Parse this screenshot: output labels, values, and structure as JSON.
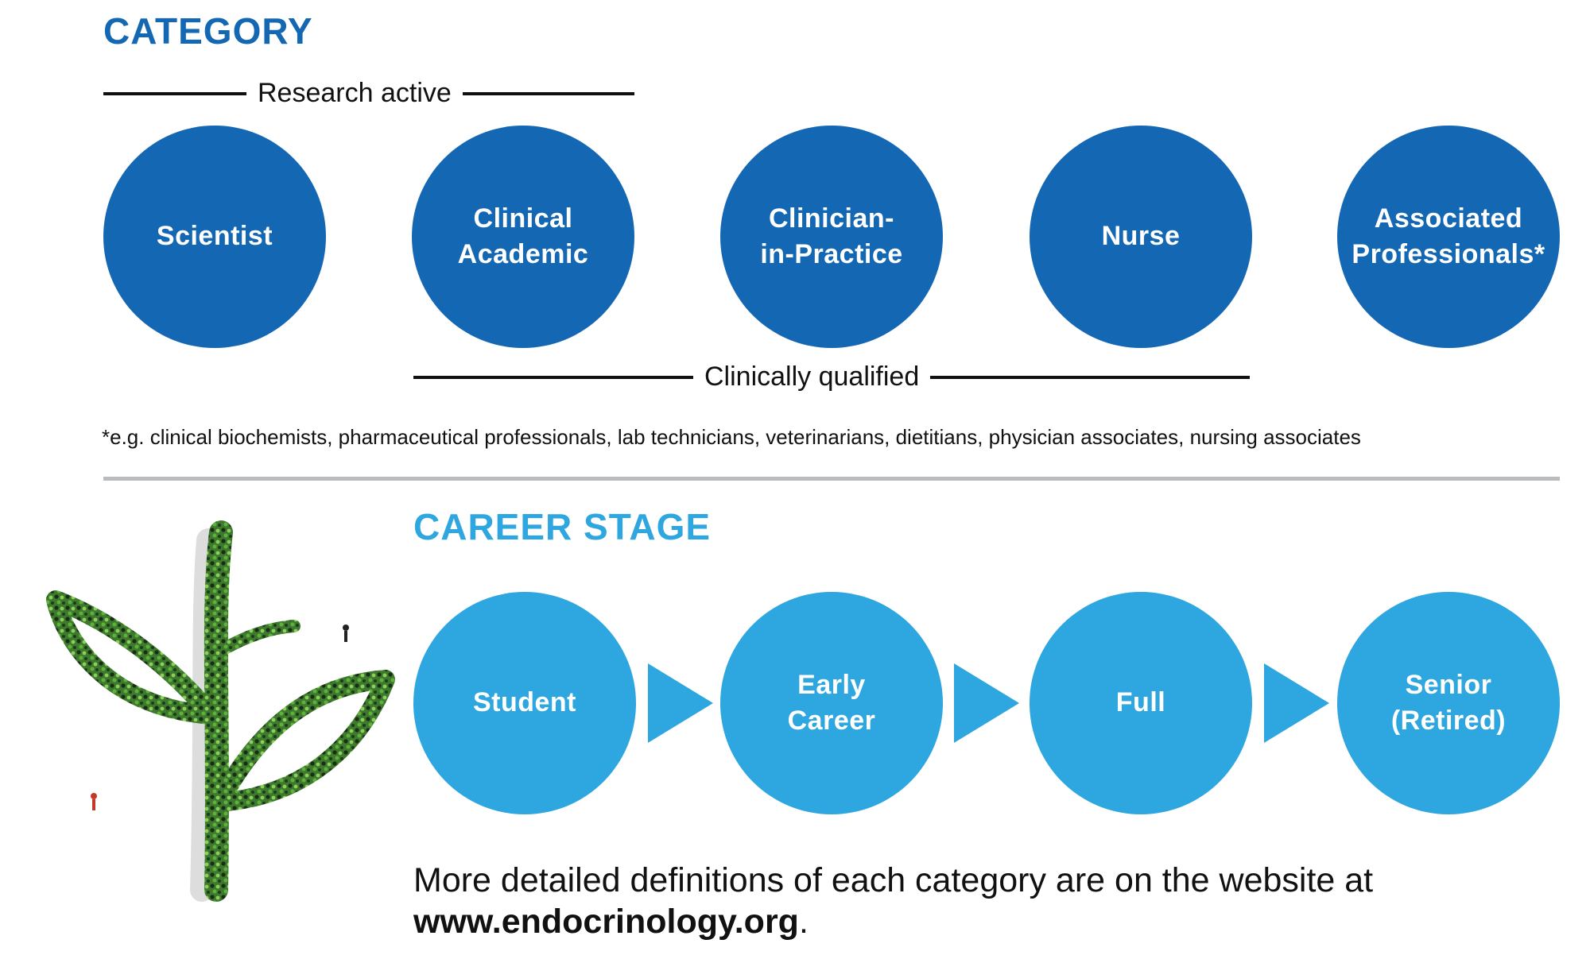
{
  "category": {
    "title": "CATEGORY",
    "research_active_label": "Research active",
    "clinically_qualified_label": "Clinically qualified",
    "items": [
      {
        "label": "Scientist"
      },
      {
        "label": "Clinical\nAcademic"
      },
      {
        "label": "Clinician-\nin-Practice"
      },
      {
        "label": "Nurse"
      },
      {
        "label": "Associated\nProfessionals*"
      }
    ],
    "footnote": "*e.g. clinical biochemists, pharmaceutical professionals, lab technicians, veterinarians, dietitians, physician associates, nursing associates"
  },
  "career_stage": {
    "title": "CAREER STAGE",
    "items": [
      {
        "label": "Student"
      },
      {
        "label": "Early\nCareer"
      },
      {
        "label": "Full"
      },
      {
        "label": "Senior\n(Retired)"
      }
    ]
  },
  "footer": {
    "text": "More detailed definitions of each category are on the website at",
    "url": "www.endocrinology.org",
    "url_suffix": "."
  },
  "colors": {
    "category_blue": "#1467b3",
    "career_blue": "#2ea6df",
    "divider_grey": "#b9bcbe"
  }
}
